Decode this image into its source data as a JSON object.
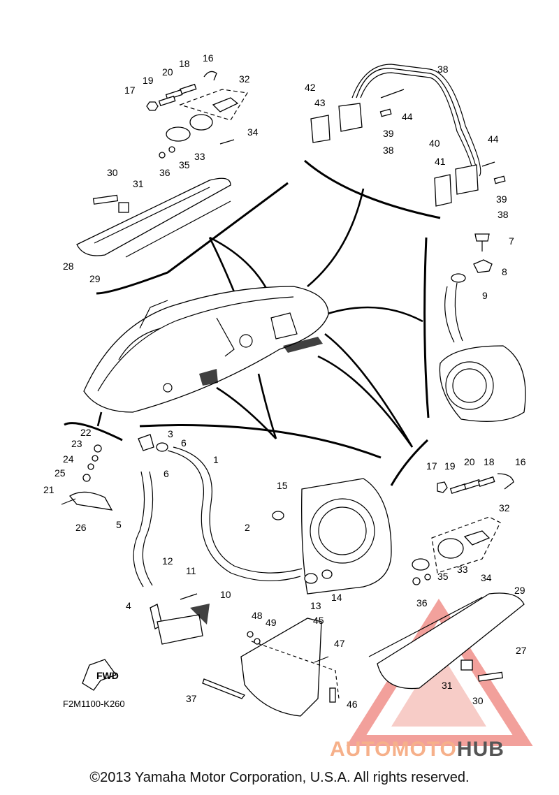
{
  "diagram": {
    "part_numbers": [
      "1",
      "2",
      "3",
      "4",
      "5",
      "6",
      "6",
      "7",
      "8",
      "9",
      "10",
      "11",
      "12",
      "13",
      "14",
      "15",
      "16",
      "16",
      "17",
      "17",
      "18",
      "18",
      "19",
      "19",
      "20",
      "20",
      "21",
      "22",
      "23",
      "24",
      "25",
      "26",
      "27",
      "28",
      "29",
      "29",
      "30",
      "30",
      "31",
      "31",
      "32",
      "32",
      "33",
      "33",
      "34",
      "34",
      "35",
      "35",
      "36",
      "36",
      "37",
      "38",
      "38",
      "38",
      "39",
      "39",
      "40",
      "41",
      "42",
      "43",
      "44",
      "44",
      "45",
      "46",
      "47",
      "48",
      "49"
    ],
    "fwd_label": "FWD",
    "code": "F2M1100-K260"
  },
  "watermark": {
    "brand_auto": "AUTO",
    "brand_moto": "MOTO",
    "brand_hub": "HUB",
    "color_triangle": "#e8534a",
    "color_text": "#f6b08a"
  },
  "footer": {
    "copyright": "©2013 Yamaha Motor Corporation, U.S.A. All rights reserved."
  }
}
